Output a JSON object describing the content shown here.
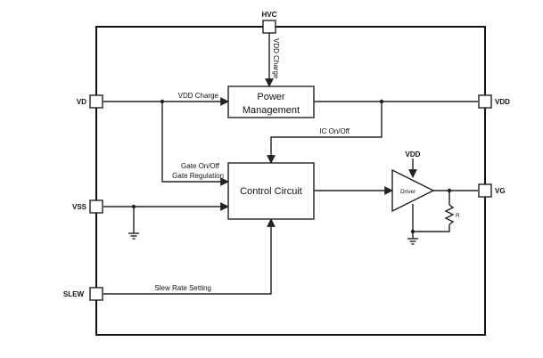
{
  "pins": {
    "hvc": "HVC",
    "vd": "VD",
    "vss": "VSS",
    "slew": "SLEW",
    "vdd": "VDD",
    "vg": "VG"
  },
  "blocks": {
    "power_line1": "Power",
    "power_line2": "Management",
    "control": "Control Circuit",
    "driver": "Driver"
  },
  "signals": {
    "vdd_charge_vertical": "VDD Charge",
    "vdd_charge": "VDD Charge",
    "ic_on_off": "IC On/Off",
    "gate_on_off": "Gate On/Off",
    "gate_regulation": "Gate Regulation",
    "slew_rate_setting": "Slew Rate Setting",
    "driver_supply": "VDD",
    "resistor": "R"
  }
}
